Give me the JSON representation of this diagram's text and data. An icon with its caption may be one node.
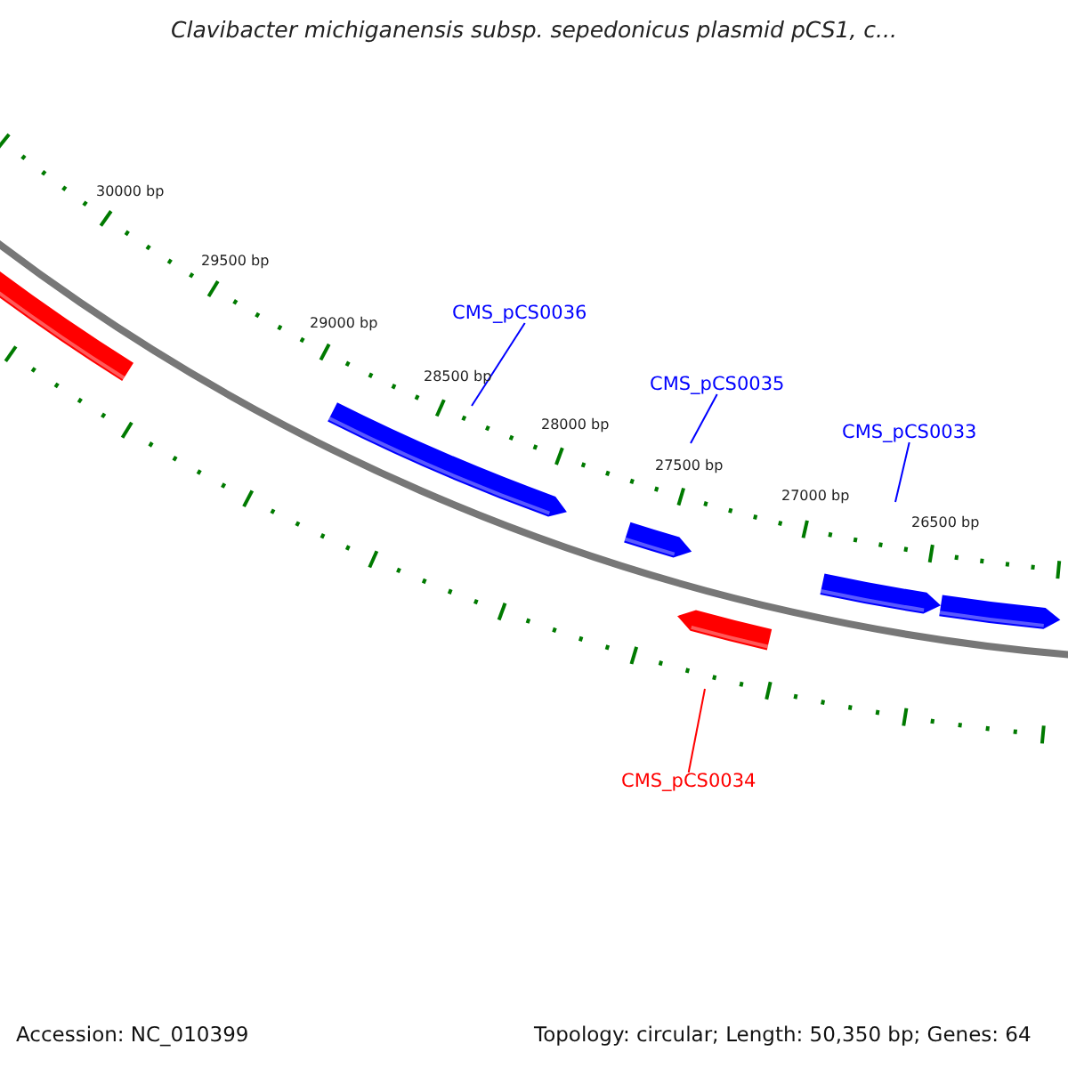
{
  "diagram": {
    "title": "Clavibacter michiganensis subsp. sepedonicus plasmid pCS1, c...",
    "nodes": [
      {
        "text": [
          "CMS_pCS0036"
        ]
      },
      {
        "text": [
          "CMS_pCS0035"
        ]
      },
      {
        "text": [
          "CMS_pCS0033"
        ]
      },
      {
        "text": [
          "CMS_pCS0034"
        ]
      }
    ],
    "edges": [
      {
        "from": 0,
        "to": null,
        "arrow": "none"
      },
      {
        "from": 1,
        "to": null,
        "arrow": "none"
      },
      {
        "from": 2,
        "to": null,
        "arrow": "none"
      },
      {
        "from": 3,
        "to": null,
        "arrow": "none",
        "color": "#ff0000"
      }
    ],
    "labels": [
      "30000 bp",
      "29500 bp",
      "29000 bp",
      "28500 bp",
      "28000 bp",
      "27500 bp",
      "27000 bp",
      "26500 bp",
      "Accession: NC_010399",
      "Topology: circular; Length: 50,350 bp; Genes: 64"
    ]
  }
}
